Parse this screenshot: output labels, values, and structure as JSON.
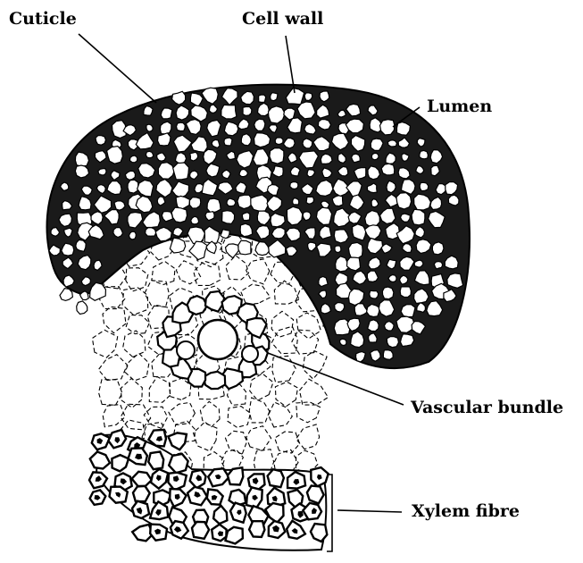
{
  "labels": {
    "cuticle": "Cuticle",
    "cell_wall": "Cell wall",
    "lumen": "Lumen",
    "vascular_bundle": "Vascular bundle",
    "xylem_fibre": "Xylem fibre"
  },
  "colors": {
    "ink": "#000000",
    "paper": "#ffffff"
  }
}
